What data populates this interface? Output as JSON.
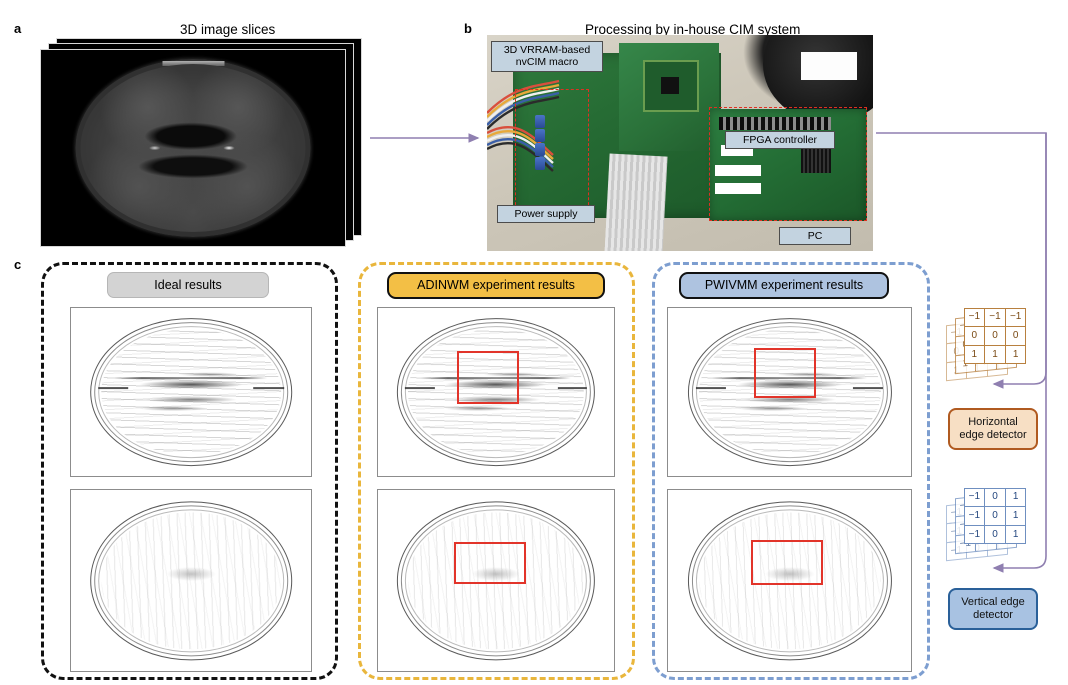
{
  "figure": {
    "panels": {
      "a": {
        "letter": "a",
        "title": "3D image slices"
      },
      "b": {
        "letter": "b",
        "title": "Processing by in-house CIM system"
      },
      "c": {
        "letter": "c"
      }
    }
  },
  "panel_a": {
    "letter": "a",
    "title": "3D image slices",
    "slice_count": 3,
    "image_type": "axial MRI brain scan"
  },
  "panel_b": {
    "letter": "b",
    "title": "Processing by in-house CIM system",
    "callouts": [
      {
        "id": "nvcim-macro",
        "label": "3D VRRAM-based\nnvCIM macro"
      },
      {
        "id": "fpga-controller",
        "label": "FPGA controller"
      },
      {
        "id": "power-supply",
        "label": "Power supply"
      },
      {
        "id": "pc",
        "label": "PC"
      }
    ]
  },
  "panel_c": {
    "letter": "c",
    "columns": [
      {
        "id": "ideal",
        "badge_label": "Ideal results",
        "badge_fill": "#d3d3d3",
        "border_color": "#111111",
        "has_red_box": false
      },
      {
        "id": "adinwm",
        "badge_label": "ADINWM experiment results",
        "badge_fill": "#f3bf45",
        "border_color": "#e9b63c",
        "has_red_box": true
      },
      {
        "id": "pwivmm",
        "badge_label": "PWIVMM experiment results",
        "badge_fill": "#aec3e0",
        "border_color": "#7d9ed0",
        "has_red_box": true
      }
    ],
    "rows": [
      {
        "id": "horizontal-edge",
        "description": "horizontal edge detection output"
      },
      {
        "id": "vertical-edge",
        "description": "vertical edge detection output"
      }
    ],
    "highlight_box_color": "#e2342a"
  },
  "kernels": [
    {
      "id": "horizontal-edge-detector",
      "label": "Horizontal\nedge detector",
      "accent": "#b05a20",
      "fill": "#f7dfc4",
      "matrix": [
        [
          "−1",
          "−1",
          "−1"
        ],
        [
          "0",
          "0",
          "0"
        ],
        [
          "1",
          "1",
          "1"
        ]
      ],
      "layers": 3
    },
    {
      "id": "vertical-edge-detector",
      "label": "Vertical edge\ndetector",
      "accent": "#2a6099",
      "fill": "#a8c2e2",
      "matrix": [
        [
          "−1",
          "0",
          "1"
        ],
        [
          "−1",
          "0",
          "1"
        ],
        [
          "−1",
          "0",
          "1"
        ]
      ],
      "layers": 3
    }
  ],
  "connectors": {
    "color": "#8f7fb0",
    "arrow_a_to_b": "right-arrow from panel a to panel b",
    "routing": "from panel b right edge, along top, down far right, into both kernel blocks"
  }
}
